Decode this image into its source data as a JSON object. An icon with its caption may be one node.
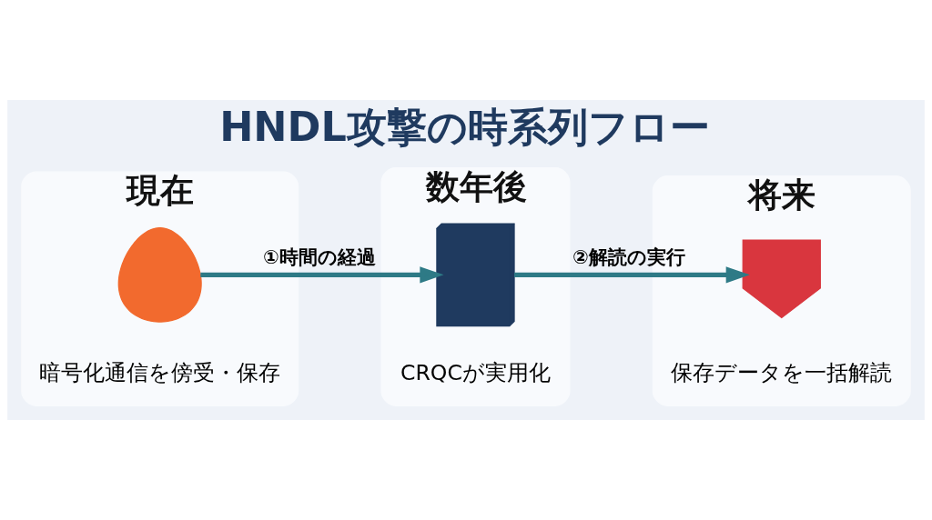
{
  "diagram": {
    "title": "HNDL攻撃の時系列フロー",
    "nodes": [
      {
        "text": [
          "現在",
          "暗号化通信を傍受・保存"
        ]
      },
      {
        "text": [],
        "shape": "person",
        "in": 0
      },
      {
        "text": [
          "数年後",
          "CRQCが実用化"
        ]
      },
      {
        "text": [],
        "shape": "box",
        "in": 2
      },
      {
        "text": [
          "将来",
          "保存データを一括解読"
        ]
      },
      {
        "text": [],
        "shape": "lock",
        "in": 4
      }
    ],
    "edges": [
      {
        "from": 1,
        "to": 3,
        "arrow": "to",
        "label": "①時間の経過"
      },
      {
        "from": 3,
        "to": 5,
        "arrow": "to",
        "label": "②解読の実行"
      }
    ]
  }
}
